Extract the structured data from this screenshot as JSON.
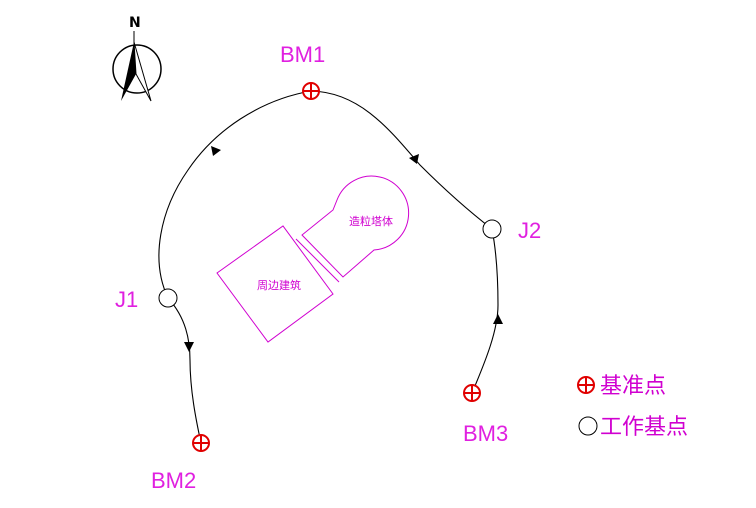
{
  "north_label": "N",
  "points": {
    "bm1": "BM1",
    "bm2": "BM2",
    "bm3": "BM3",
    "j1": "J1",
    "j2": "J2"
  },
  "structures": {
    "tower": "造粒塔体",
    "building": "周边建筑"
  },
  "legend": {
    "benchmark": "基准点",
    "work_point": "工作基点"
  },
  "colors": {
    "label": "#e020e0",
    "benchmark_marker": "#e00000",
    "structure_outline": "#d000d0",
    "route": "#000000"
  }
}
